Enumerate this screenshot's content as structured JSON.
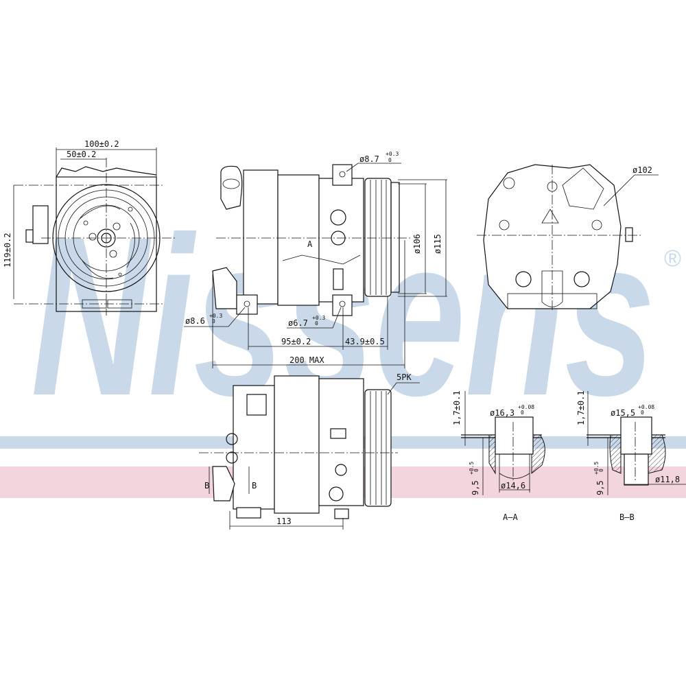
{
  "watermark": {
    "brand": "Nissens",
    "registered": "®",
    "colors": {
      "blue": "#c9d9ea",
      "pink": "#f3d6dd"
    }
  },
  "front_view": {
    "width": "100±0.2",
    "half_width": "50±0.2",
    "height": "119±0.2"
  },
  "side_view": {
    "hole_top": "ø8.7",
    "hole_top_tol": "+0.3",
    "hole_top_tol2": "0",
    "hole_left": "ø8.6",
    "hole_left_tol": "+0.3",
    "hole_left_tol2": "0",
    "hole_bottom": "ø6.7",
    "hole_bottom_tol": "+0.3",
    "hole_bottom_tol2": "0",
    "dia_106": "ø106",
    "dia_115": "ø115",
    "dist_95": "95±0.2",
    "dist_43": "43.9±0.5",
    "overall": "200 MAX",
    "section_mark": "A"
  },
  "rear_view": {
    "dia": "ø102"
  },
  "bottom_view": {
    "belt": "5PK",
    "length": "113",
    "section_mark": "B"
  },
  "section_aa": {
    "title": "A–A",
    "top_thk": "1,7±0.1",
    "bore": "ø16,3",
    "bore_tol": "+0.08",
    "bore_tol2": "0",
    "depth": "9,5",
    "depth_tol": "+0.5",
    "depth_tol2": "0",
    "inner": "ø14,6"
  },
  "section_bb": {
    "title": "B–B",
    "top_thk": "1,7±0.1",
    "bore": "ø15,5",
    "bore_tol": "+0.08",
    "bore_tol2": "0",
    "depth": "9,5",
    "depth_tol": "+0.5",
    "depth_tol2": "0",
    "inner": "ø11,8"
  }
}
